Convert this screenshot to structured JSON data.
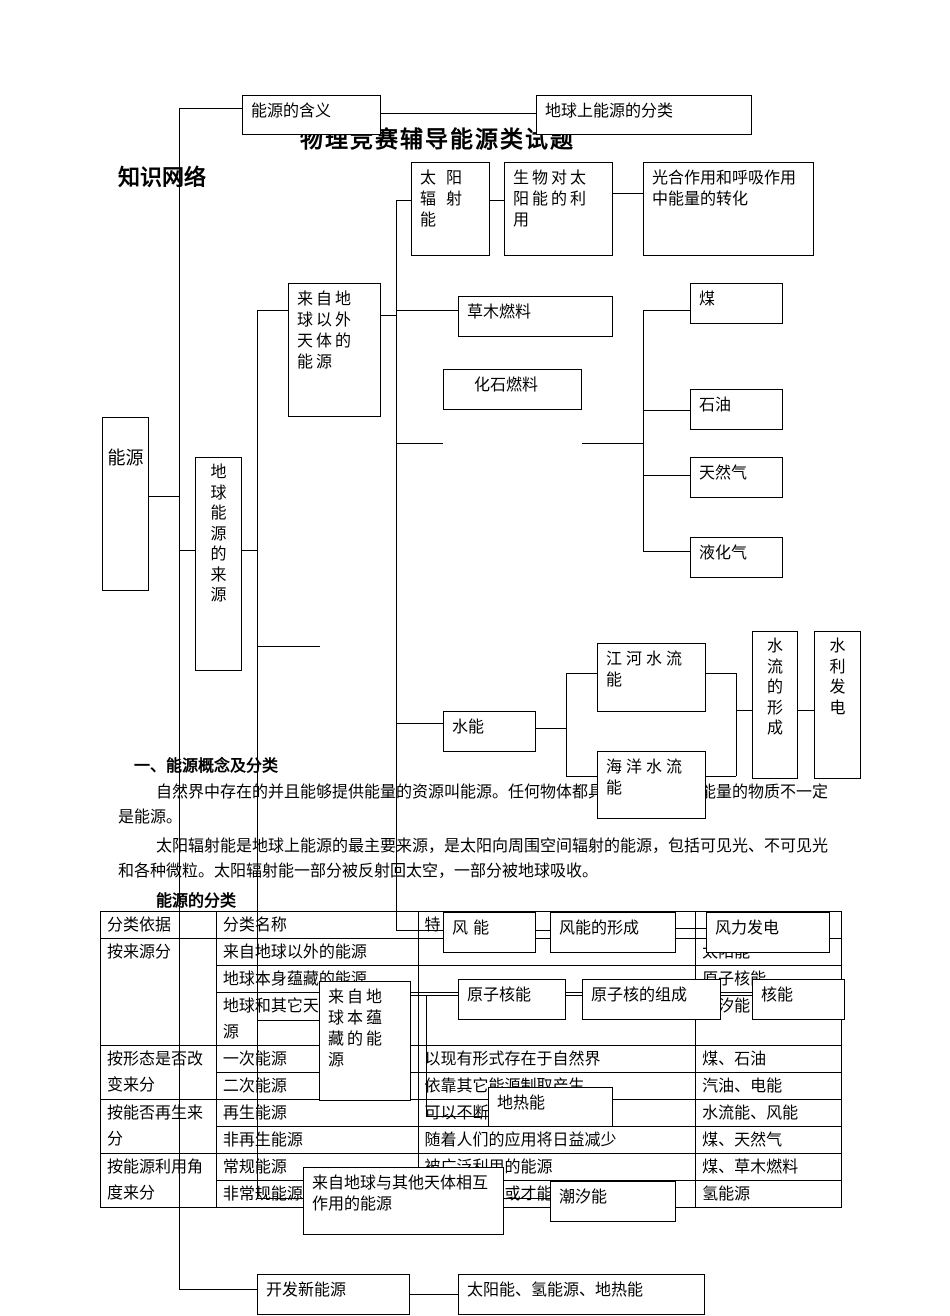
{
  "title": "物理竞赛辅导能源类试题",
  "knowledge_heading": "知识网络",
  "nodes": {
    "energy_meaning": "能源的含义",
    "classification": "地球上能源的分类",
    "energy": "能源",
    "earth_source": "地球能源的来源",
    "from_outside": "来自地球以外天体的能源",
    "solar_radiation": "太阳辐射能",
    "bio_use": "生物对太阳能的利用",
    "photosynthesis": "光合作用和呼吸作用中能量的转化",
    "grass_fuel": "草木燃料",
    "fossil_fuel": "化石燃料",
    "coal": "煤",
    "oil": "石油",
    "gas": "天然气",
    "lpg": "液化气",
    "river": "江河水流能",
    "ocean": "海洋水流能",
    "water_energy": "水能",
    "water_form": "水流的形成",
    "hydro": "水利发电",
    "wind": "风 能",
    "wind_form": "风能的形成",
    "wind_power": "风力发电",
    "stored": "来自地球本蕴藏的能源",
    "nuclear": "原子核能",
    "nucleus": "原子核的组成",
    "nuclear_energy": "核能",
    "geothermal": "地热能",
    "interaction": "来自地球与其他天体相互作用的能源",
    "tidal": "潮汐能",
    "new_energy": "开发新能源",
    "new_energy_list": "太阳能、氢能源、地热能"
  },
  "section1": {
    "heading": "一、能源概念及分类",
    "para1": "自然界中存在的并且能够提供能量的资源叫能源。任何物体都具有能量，具有能量的物质不一定是能源。",
    "para2": "太阳辐射能是地球上能源的最主要来源，是太阳向周围空间辐射的能源，包括可见光、不可见光和各种微粒。太阳辐射能一部分被反射回太空，一部分被地球吸收。",
    "subheading": "能源的分类"
  },
  "table": {
    "headers": [
      "分类依据",
      "分类名称",
      "特",
      ""
    ],
    "rows": [
      [
        "按来源分",
        "来自地球以外的能源",
        "",
        "太阳能"
      ],
      [
        "",
        "地球本身蕴藏的能源",
        "",
        "原子核能"
      ],
      [
        "",
        "地球和其它天体作用的能源",
        "",
        "潮汐能"
      ],
      [
        "按形态是否改变来分",
        "一次能源",
        "以现有形式存在于自然界",
        "煤、石油"
      ],
      [
        "",
        "二次能源",
        "依靠其它能源制取产生",
        "汽油、电能"
      ],
      [
        "按能否再生来分",
        "再生能源",
        "可以不断地得到补充",
        "水流能、风能"
      ],
      [
        "",
        "非再生能源",
        "随着人们的应用将日益减少",
        "煤、天然气"
      ],
      [
        "按能源利用角度来分",
        "常规能源",
        "被广泛利用的能源",
        "煤、草木燃料"
      ],
      [
        "",
        "非常规能源",
        "刚开始利用或才能广泛利用",
        "氢能源"
      ]
    ]
  }
}
